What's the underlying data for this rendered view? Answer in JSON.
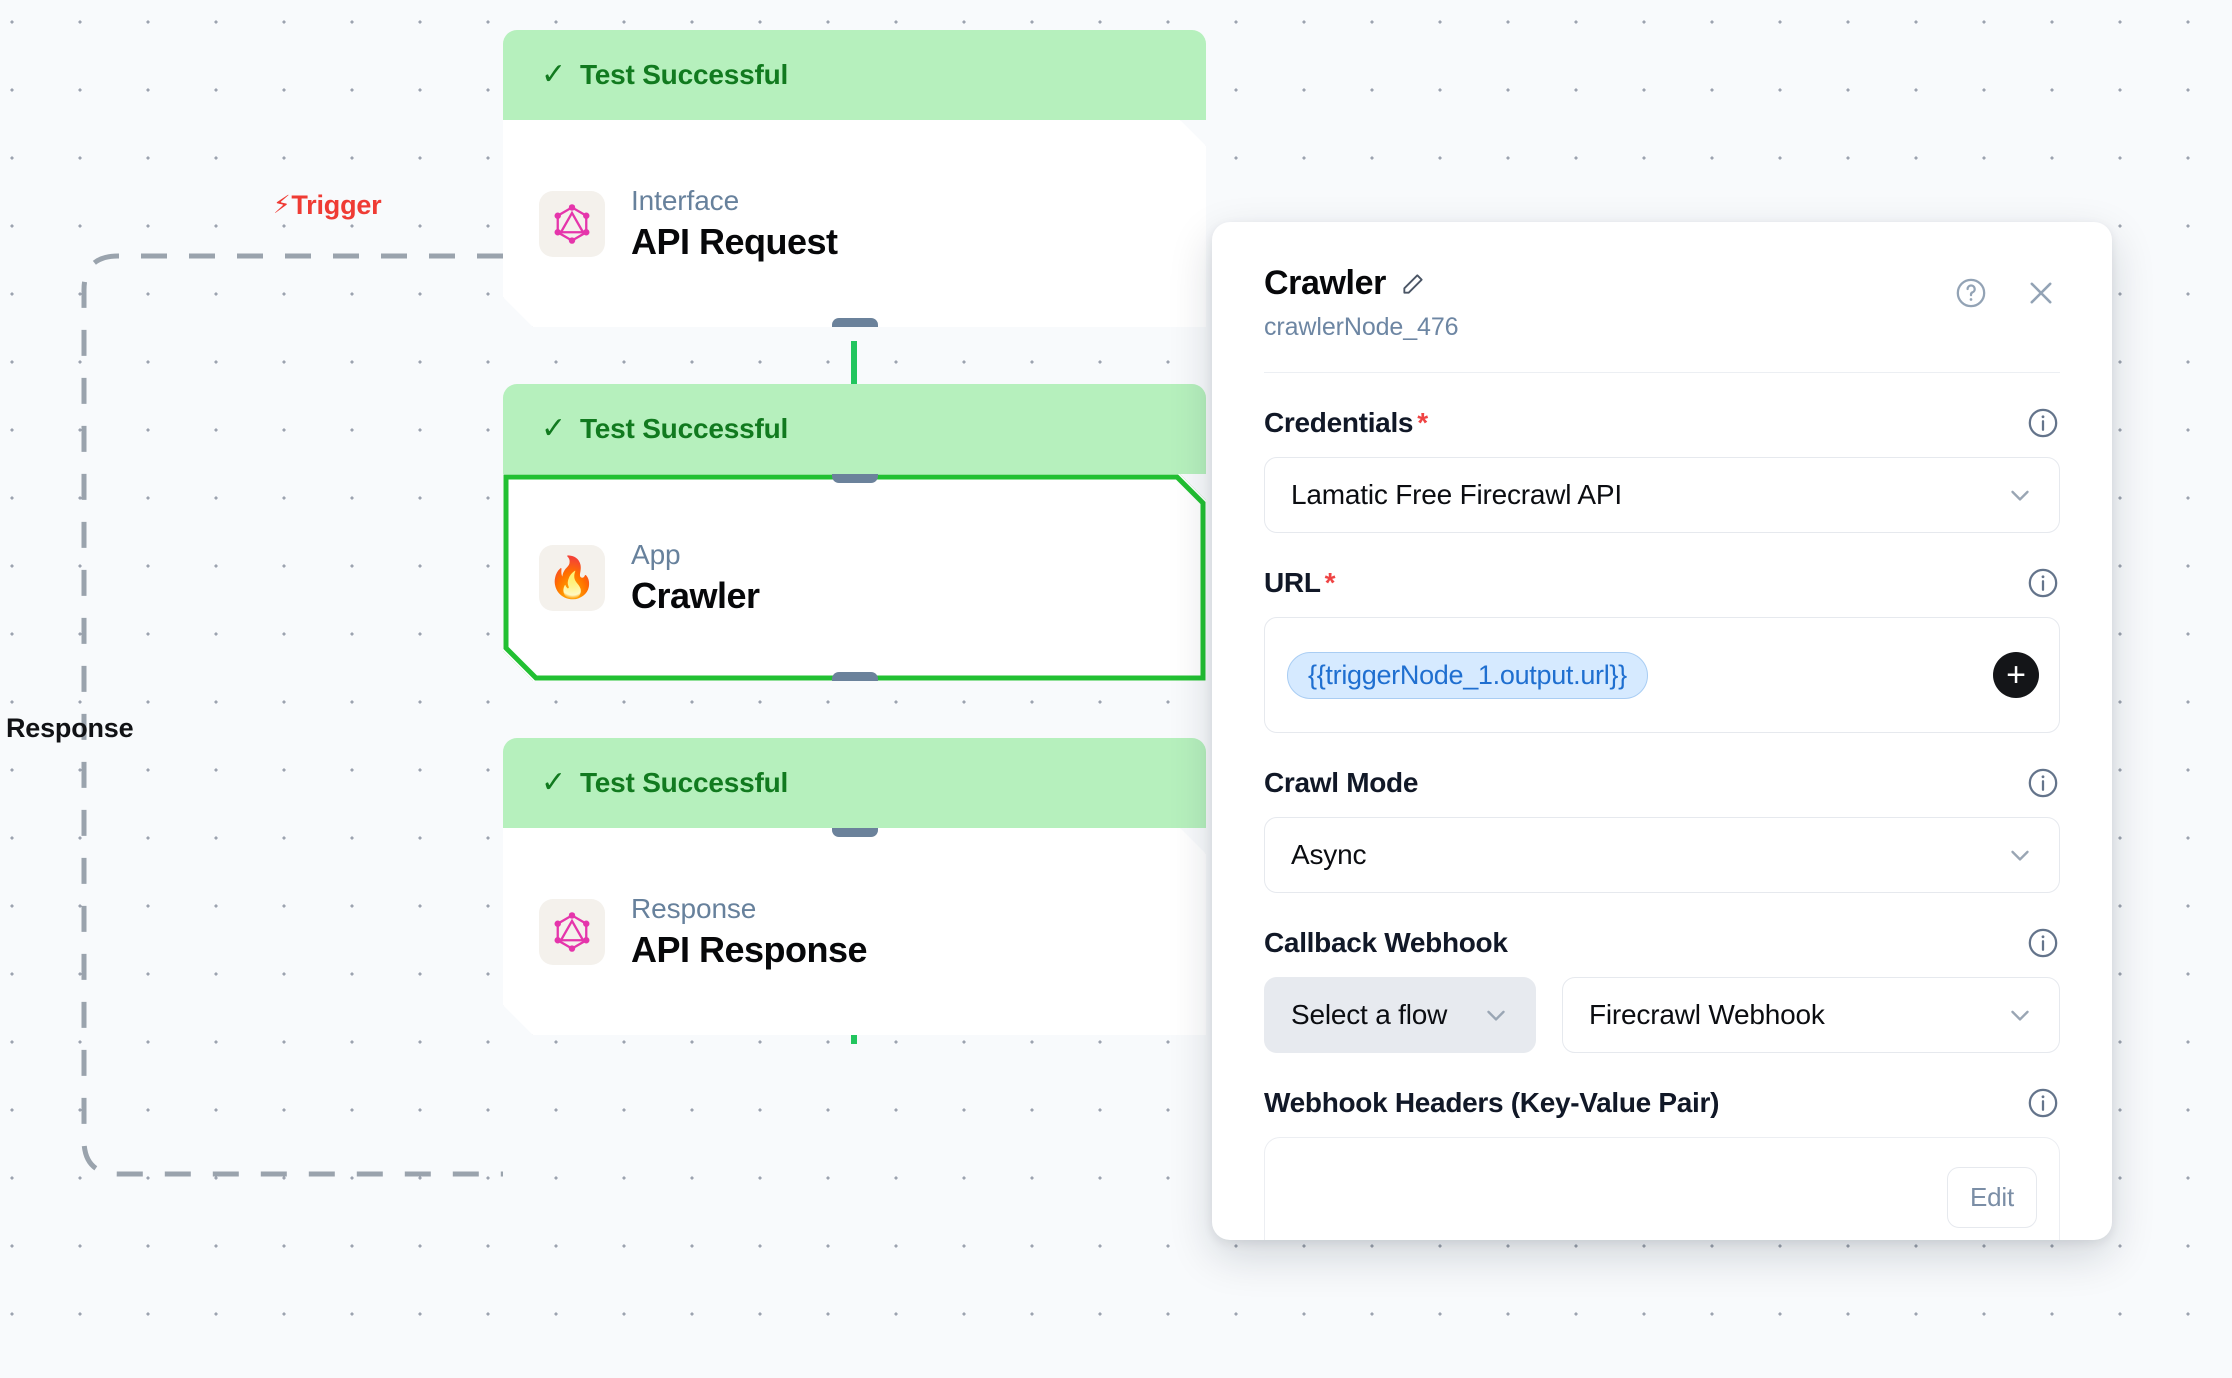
{
  "canvas": {
    "trigger_label": "Trigger",
    "trigger_icon": "bolt-icon",
    "response_label": "Response",
    "nodes": [
      {
        "status": "Test Successful",
        "kind": "Interface",
        "title": "API Request",
        "icon": "graphql-icon",
        "selected": false
      },
      {
        "status": "Test Successful",
        "kind": "App",
        "title": "Crawler",
        "icon": "flame-icon",
        "selected": true
      },
      {
        "status": "Test Successful",
        "kind": "Response",
        "title": "API Response",
        "icon": "graphql-icon",
        "selected": false
      }
    ]
  },
  "panel": {
    "title": "Crawler",
    "subtitle": "crawlerNode_476",
    "edit_title_icon": "pencil-icon",
    "help_icon": "help-circle-icon",
    "close_icon": "close-icon",
    "fields": {
      "credentials": {
        "label": "Credentials",
        "required": "*",
        "value": "Lamatic Free Firecrawl API"
      },
      "url": {
        "label": "URL",
        "required": "*",
        "token": "{{triggerNode_1.output.url}}",
        "add_icon": "plus-icon"
      },
      "crawl_mode": {
        "label": "Crawl Mode",
        "value": "Async"
      },
      "callback_webhook": {
        "label": "Callback Webhook",
        "flow_value": "Select a flow",
        "webhook_value": "Firecrawl Webhook"
      },
      "webhook_headers": {
        "label": "Webhook Headers (Key-Value Pair)",
        "edit_label": "Edit"
      }
    },
    "info_icon": "info-icon"
  },
  "colors": {
    "status_bg": "#b6f0bd",
    "status_text": "#117a1f",
    "selected_border": "#22c032",
    "edge": "#22c55e",
    "trigger": "#ef3b34",
    "token_text": "#1f6fd0",
    "required": "#ef4444",
    "canvas_bg": "#f8fafc"
  }
}
